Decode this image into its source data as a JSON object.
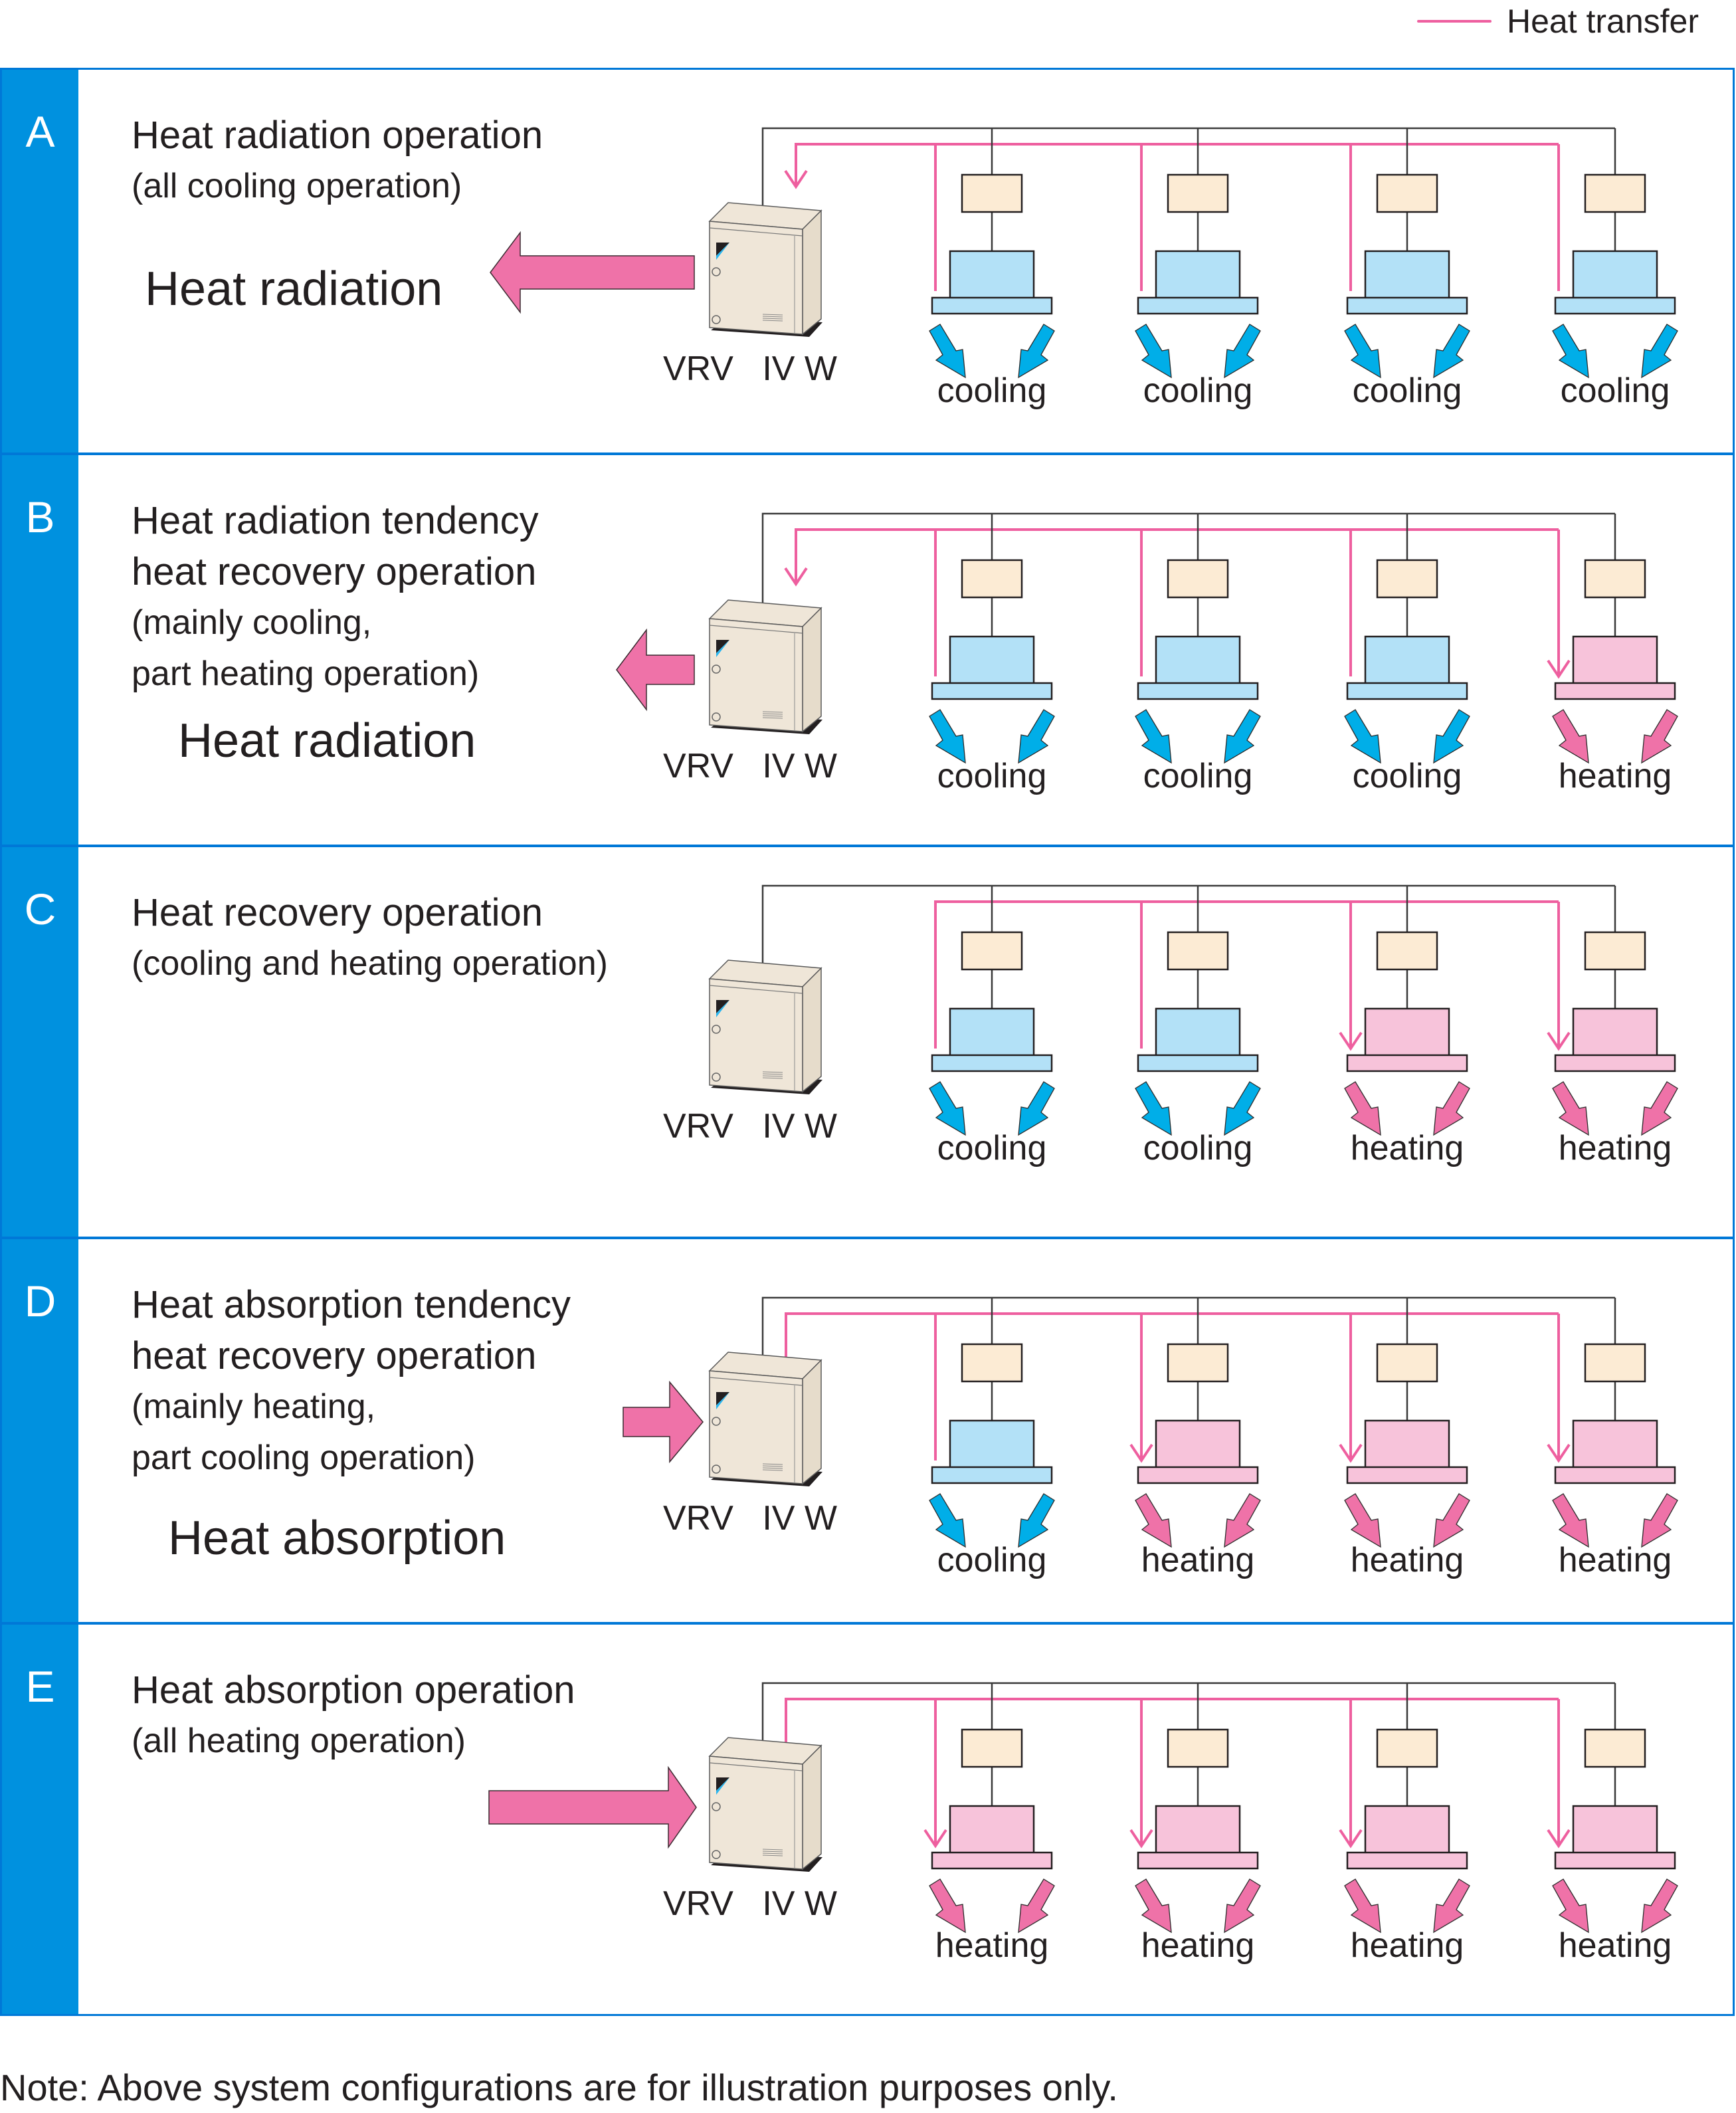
{
  "legend": {
    "label": "Heat transfer",
    "color": "#ee5f9f"
  },
  "colors": {
    "panel_border": "#0078d7",
    "panel_tab": "#0091df",
    "heat_line": "#ee5f9f",
    "big_arrow": "#ef72a8",
    "cooling_fill": "#b3e1f7",
    "heating_fill": "#f7c3da",
    "bs_box_fill": "#fcebd4",
    "cooling_arrow": "#00aee8",
    "heating_arrow": "#ef72a8",
    "unit_body": "#efe6d8"
  },
  "outdoor_unit_label": "VRV   IV W",
  "panels": [
    {
      "letter": "A",
      "title_lines": [
        "Heat radiation operation",
        "(all cooling operation)"
      ],
      "big_label": "Heat radiation",
      "big_arrow": "out-large",
      "indoor_units": [
        {
          "mode": "cooling",
          "label": "cooling"
        },
        {
          "mode": "cooling",
          "label": "cooling"
        },
        {
          "mode": "cooling",
          "label": "cooling"
        },
        {
          "mode": "cooling",
          "label": "cooling"
        }
      ]
    },
    {
      "letter": "B",
      "title_lines": [
        "Heat radiation tendency",
        "heat recovery operation",
        "(mainly cooling,",
        "part heating operation)"
      ],
      "big_label": "Heat radiation",
      "big_arrow": "out-small",
      "indoor_units": [
        {
          "mode": "cooling",
          "label": "cooling"
        },
        {
          "mode": "cooling",
          "label": "cooling"
        },
        {
          "mode": "cooling",
          "label": "cooling"
        },
        {
          "mode": "heating",
          "label": "heating"
        }
      ]
    },
    {
      "letter": "C",
      "title_lines": [
        "Heat recovery operation",
        "(cooling and heating operation)"
      ],
      "big_label": "",
      "big_arrow": "none",
      "indoor_units": [
        {
          "mode": "cooling",
          "label": "cooling"
        },
        {
          "mode": "cooling",
          "label": "cooling"
        },
        {
          "mode": "heating",
          "label": "heating"
        },
        {
          "mode": "heating",
          "label": "heating"
        }
      ]
    },
    {
      "letter": "D",
      "title_lines": [
        "Heat absorption tendency",
        "heat recovery operation",
        "(mainly heating,",
        "part cooling operation)"
      ],
      "big_label": "Heat absorption",
      "big_arrow": "in-small",
      "indoor_units": [
        {
          "mode": "cooling",
          "label": "cooling"
        },
        {
          "mode": "heating",
          "label": "heating"
        },
        {
          "mode": "heating",
          "label": "heating"
        },
        {
          "mode": "heating",
          "label": "heating"
        }
      ]
    },
    {
      "letter": "E",
      "title_lines": [
        "Heat absorption operation",
        "(all heating operation)"
      ],
      "big_label": "",
      "big_arrow": "in-large",
      "indoor_units": [
        {
          "mode": "heating",
          "label": "heating"
        },
        {
          "mode": "heating",
          "label": "heating"
        },
        {
          "mode": "heating",
          "label": "heating"
        },
        {
          "mode": "heating",
          "label": "heating"
        }
      ]
    }
  ],
  "note": "Note: Above system configurations are for illustration purposes only."
}
